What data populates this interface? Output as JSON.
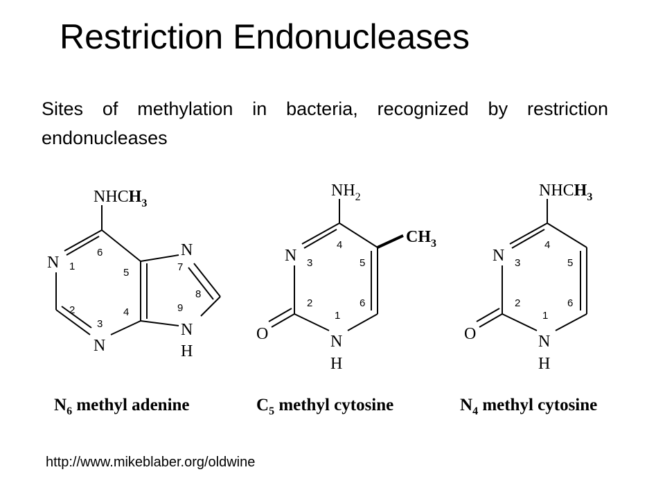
{
  "slide": {
    "title": "Restriction Endonucleases",
    "subtitle": "Sites of methylation in bacteria, recognized by restriction endonucleases",
    "source": "http://www.mikeblaber.org/oldwine"
  },
  "molecules": {
    "m6a": {
      "substituent": "NHC",
      "substituent_bold": "H",
      "substituent_sub": "3",
      "n1": "N",
      "n3": "N",
      "n7": "N",
      "n9": "N",
      "h9": "H",
      "positions": [
        "1",
        "2",
        "3",
        "4",
        "5",
        "6",
        "7",
        "8",
        "9"
      ],
      "caption_pre": "N",
      "caption_sub": "6",
      "caption_text": " methyl adenine"
    },
    "m5c": {
      "substituent": "NH",
      "substituent_sub": "2",
      "methyl": "C",
      "methyl_bold": "H",
      "methyl_sub": "3",
      "n3": "N",
      "n1": "N",
      "h1": "H",
      "o2": "O",
      "positions": [
        "1",
        "2",
        "3",
        "4",
        "5",
        "6"
      ],
      "caption_pre": "C",
      "caption_sub": "5",
      "caption_text": " methyl cytosine"
    },
    "m4c": {
      "substituent": "NHC",
      "substituent_bold": "H",
      "substituent_sub": "3",
      "n3": "N",
      "n1": "N",
      "h1": "H",
      "o2": "O",
      "positions": [
        "1",
        "2",
        "3",
        "4",
        "5",
        "6"
      ],
      "caption_pre": "N",
      "caption_sub": "4",
      "caption_text": " methyl cytosine"
    }
  }
}
